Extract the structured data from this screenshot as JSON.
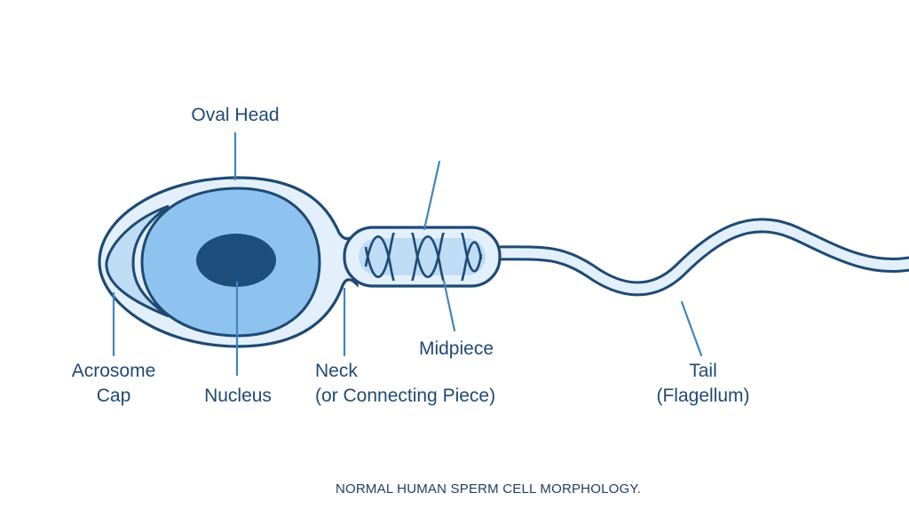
{
  "labels": {
    "oval_head": "Oval Head",
    "acrosome_line1": "Acrosome",
    "acrosome_line2": "Cap",
    "nucleus": "Nucleus",
    "neck_line1": "Neck",
    "neck_line2": "(or Connecting Piece)",
    "midpiece": "Midpiece",
    "tail_line1": "Tail",
    "tail_line2": "(Flagellum)"
  },
  "caption": "NORMAL HUMAN SPERM CELL MORPHOLOGY.",
  "colors": {
    "outline": "#1e4a74",
    "membrane": "#e3f0fb",
    "head_fill": "#8fc3ef",
    "nucleus": "#1c4e7e",
    "leader": "#3f86bd",
    "text": "#1f4a73"
  }
}
